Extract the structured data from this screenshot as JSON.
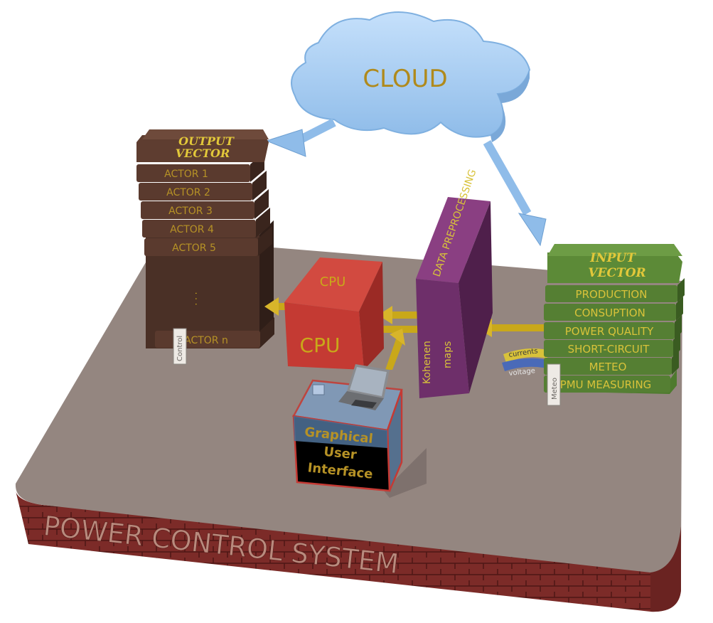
{
  "cloud": {
    "label": "CLOUD"
  },
  "output_vector": {
    "title_line1": "OUTPUT",
    "title_line2": "VECTOR",
    "items": [
      "ACTOR 1",
      "ACTOR 2",
      "ACTOR 3",
      "ACTOR 4",
      "ACTOR 5"
    ],
    "ellipsis": ". . .",
    "last_item": "ACTOR n",
    "tag": "Control"
  },
  "cpu": {
    "top_label": "CPU",
    "front_label": "CPU"
  },
  "preprocessing": {
    "top_label": "DATA PREPROCESSING",
    "front_line1": "Kohenen",
    "front_line2": "maps"
  },
  "input_vector": {
    "title_line1": "INPUT",
    "title_line2": "VECTOR",
    "items": [
      "PRODUCTION",
      "CONSUPTION",
      "POWER QUALITY",
      "SHORT-CIRCUIT",
      "METEO",
      "PMU MEASURING"
    ],
    "tag": "Meteo",
    "signals": [
      "currents",
      "voltage"
    ]
  },
  "gui": {
    "line1": "Graphical",
    "line2": "User",
    "line3": "Interface"
  },
  "platform": {
    "label": "POWER CONTROL SYSTEM"
  },
  "colors": {
    "cloud": "#a8cdf2",
    "output": "#4a3026",
    "cpu": "#c43a33",
    "preprocessing": "#6e2f6a",
    "input": "#4e7a2e",
    "arrow": "#c9a81a",
    "platform": "#948680",
    "brick": "#7c2b28",
    "label_gold": "#d8c23a"
  }
}
